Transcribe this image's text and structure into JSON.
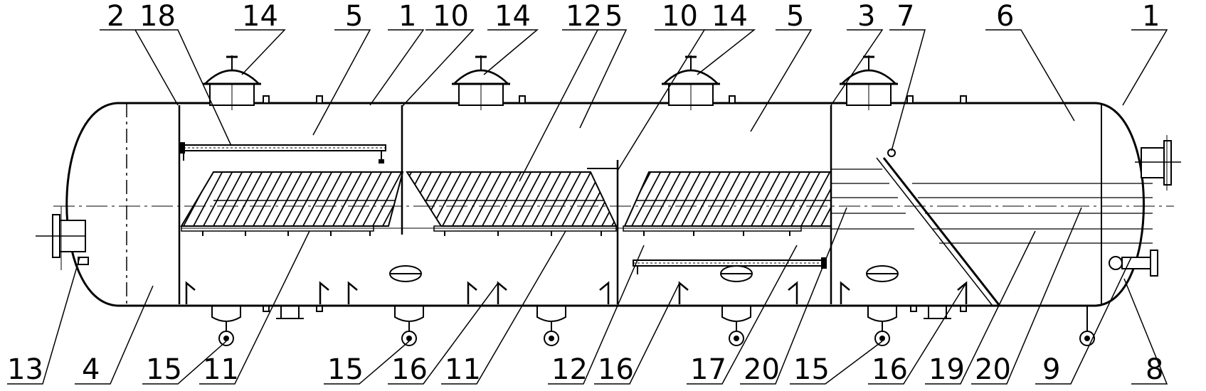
{
  "labels_top": [
    {
      "id": "t-2",
      "text": "2"
    },
    {
      "id": "t-18",
      "text": "18"
    },
    {
      "id": "t-14a",
      "text": "14"
    },
    {
      "id": "t-5a",
      "text": "5"
    },
    {
      "id": "t-1a",
      "text": "1"
    },
    {
      "id": "t-10a",
      "text": "10"
    },
    {
      "id": "t-14b",
      "text": "14"
    },
    {
      "id": "t-12a",
      "text": "12"
    },
    {
      "id": "t-5b",
      "text": "5"
    },
    {
      "id": "t-10b",
      "text": "10"
    },
    {
      "id": "t-14c",
      "text": "14"
    },
    {
      "id": "t-5c",
      "text": "5"
    },
    {
      "id": "t-3",
      "text": "3"
    },
    {
      "id": "t-7",
      "text": "7"
    },
    {
      "id": "t-6",
      "text": "6"
    },
    {
      "id": "t-1b",
      "text": "1"
    }
  ],
  "labels_bottom": [
    {
      "id": "b-13",
      "text": "13"
    },
    {
      "id": "b-4",
      "text": "4"
    },
    {
      "id": "b-15a",
      "text": "15"
    },
    {
      "id": "b-11a",
      "text": "11"
    },
    {
      "id": "b-15b",
      "text": "15"
    },
    {
      "id": "b-16a",
      "text": "16"
    },
    {
      "id": "b-11b",
      "text": "11"
    },
    {
      "id": "b-12b",
      "text": "12"
    },
    {
      "id": "b-16b",
      "text": "16"
    },
    {
      "id": "b-17",
      "text": "17"
    },
    {
      "id": "b-20a",
      "text": "20"
    },
    {
      "id": "b-15c",
      "text": "15"
    },
    {
      "id": "b-16c",
      "text": "16"
    },
    {
      "id": "b-19",
      "text": "19"
    },
    {
      "id": "b-20b",
      "text": "20"
    },
    {
      "id": "b-9",
      "text": "9"
    },
    {
      "id": "b-8",
      "text": "8"
    }
  ]
}
